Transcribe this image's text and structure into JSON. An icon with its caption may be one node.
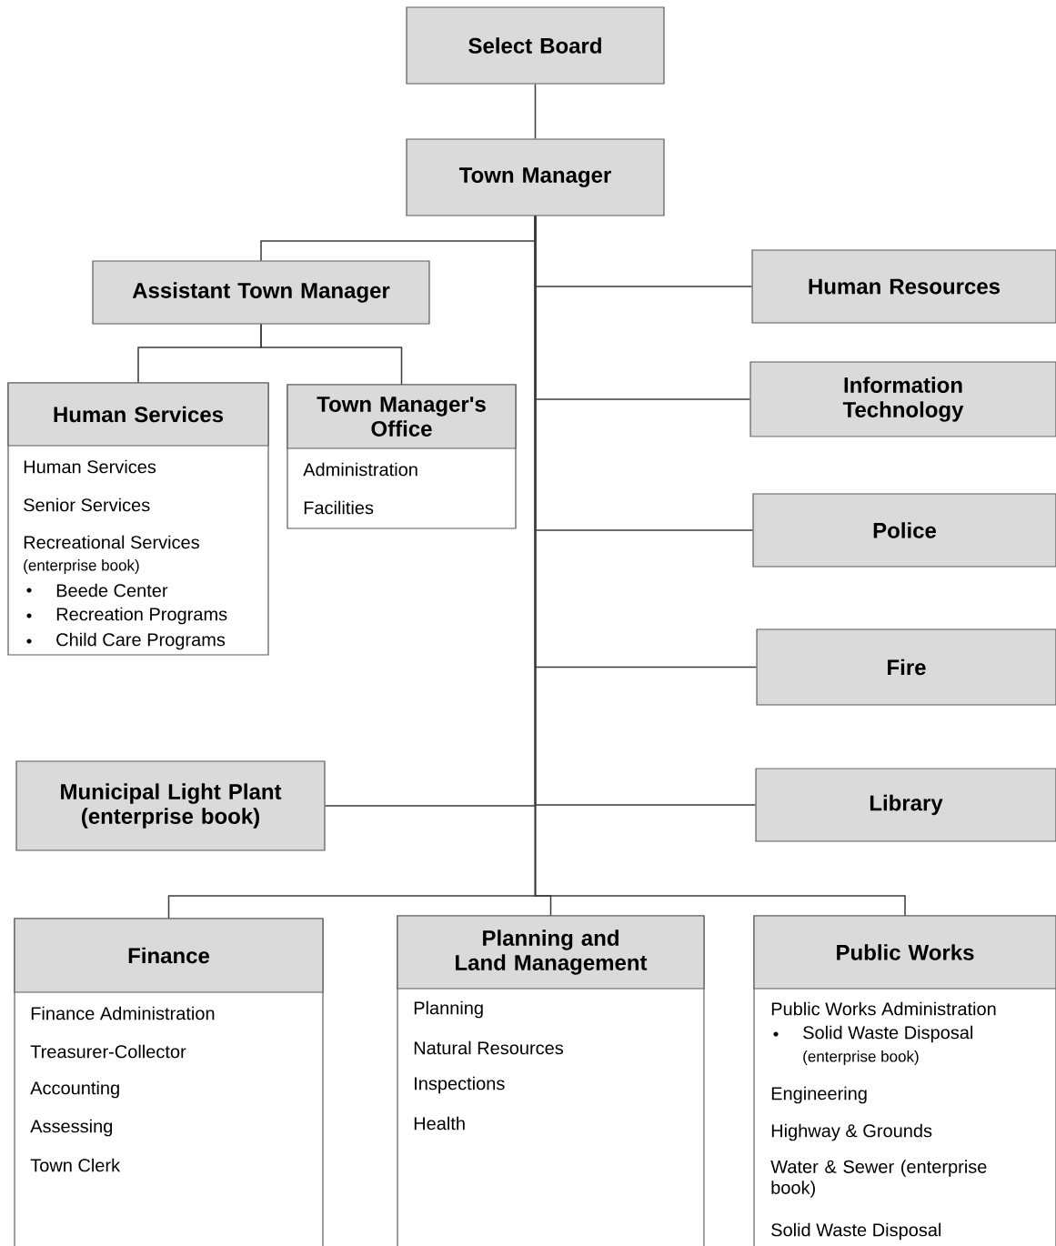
{
  "diagram": {
    "nodes": [
      {
        "text": [
          "Select Board"
        ]
      },
      {
        "text": [
          "Town Manager"
        ]
      },
      {
        "text": [
          "Assistant Town Manager"
        ]
      },
      {
        "text": [
          "Human Resources"
        ]
      },
      {
        "text": [
          "Information Technology"
        ]
      },
      {
        "text": [
          "Human Services",
          "Human Services",
          "Senior Services",
          "Recreational Services",
          "(enterprise book)",
          "Beede Center",
          "Recreation Programs",
          "Child Care Programs"
        ]
      },
      {
        "text": [
          "Town Manager's Office",
          "Administration",
          "Facilities"
        ]
      },
      {
        "text": [
          "Police"
        ]
      },
      {
        "text": [
          "Fire"
        ]
      },
      {
        "text": [
          "Municipal Light Plant (enterprise book)"
        ]
      },
      {
        "text": [
          "Library"
        ]
      },
      {
        "text": [
          "Finance",
          "Finance Administration",
          "Treasurer-Collector",
          "Accounting",
          "Assessing",
          "Town Clerk"
        ]
      },
      {
        "text": [
          "Planning and Land Management",
          "Planning",
          "Natural Resources",
          "Inspections",
          "Health"
        ]
      },
      {
        "text": [
          "Public Works",
          "Public Works Administration",
          "Solid Waste Disposal",
          "(enterprise book)",
          "Engineering",
          "Highway & Grounds",
          "Water & Sewer (enterprise book)",
          "Solid Waste Disposal"
        ]
      }
    ],
    "edges": [
      {
        "from": 0,
        "to": 1,
        "arrow": "none"
      },
      {
        "from": 1,
        "to": 2,
        "arrow": "none"
      },
      {
        "from": 1,
        "to": 3,
        "arrow": "none"
      },
      {
        "from": 1,
        "to": 4,
        "arrow": "none"
      },
      {
        "from": 1,
        "to": 7,
        "arrow": "none"
      },
      {
        "from": 1,
        "to": 8,
        "arrow": "none"
      },
      {
        "from": 1,
        "to": 10,
        "arrow": "none"
      },
      {
        "from": 1,
        "to": 9,
        "arrow": "none"
      },
      {
        "from": 1,
        "to": 11,
        "arrow": "none"
      },
      {
        "from": 1,
        "to": 12,
        "arrow": "none"
      },
      {
        "from": 1,
        "to": 13,
        "arrow": "none"
      },
      {
        "from": 2,
        "to": 5,
        "arrow": "none"
      },
      {
        "from": 2,
        "to": 6,
        "arrow": "none"
      }
    ]
  }
}
